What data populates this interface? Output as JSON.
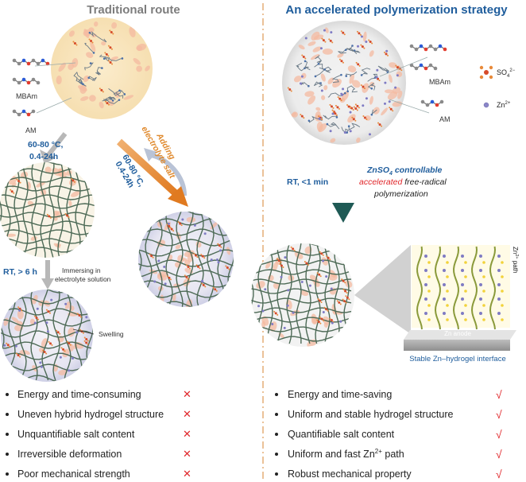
{
  "left": {
    "title": "Traditional  route",
    "molecule_labels": {
      "mbam": "MBAm",
      "am": "AM"
    },
    "step1": {
      "line1": "60-80 °C,",
      "line2": "0.4-24h"
    },
    "step2": {
      "label": "RT, > 6 h",
      "line1": "Immersing in",
      "line2": "electrolyte solution"
    },
    "swelling": "Swelling",
    "diagonal": {
      "line1": "Adding",
      "line2": "electrolyte salt",
      "line3": "60-80 °C,",
      "line4": "0.4-24h"
    },
    "items": [
      {
        "text": "Energy and time-consuming",
        "mark": "✕"
      },
      {
        "text": "Uneven hybrid hydrogel structure",
        "mark": "✕"
      },
      {
        "text": "Unquantifiable salt content",
        "mark": "✕"
      },
      {
        "text": "Irreversible deformation",
        "mark": "✕"
      },
      {
        "text": "Poor mechanical strength",
        "mark": "✕"
      }
    ]
  },
  "right": {
    "title": "An accelerated polymerization strategy",
    "molecule_labels": {
      "mbam": "MBAm",
      "am": "AM"
    },
    "legend": {
      "sulfate": "SO",
      "sulfate_sub": "4",
      "sulfate_sup": "2−",
      "zinc": "Zn",
      "zinc_sup": "2+"
    },
    "step": {
      "label": "RT, <1 min",
      "line1": "ZnSO",
      "line1_sub": "4",
      "line1_rest": " controllable",
      "line2a": "accelerated",
      "line2b": " free-radical",
      "line3": "polymerization"
    },
    "interface": {
      "anode": "Zn anode",
      "path": "Zn",
      "path_sup": "2+",
      "path_rest": " path",
      "caption": "Stable Zn–hydrogel interface"
    },
    "items": [
      {
        "text": "Energy and time-saving",
        "mark": "√"
      },
      {
        "text": "Uniform and stable hydrogel structure",
        "mark": "√"
      },
      {
        "text": "Quantifiable salt content",
        "mark": "√"
      },
      {
        "text": "Uniform and fast Zn",
        "sup": "2+",
        "rest": " path",
        "mark": "√"
      },
      {
        "text": "Robust mechanical property",
        "mark": "√"
      }
    ]
  },
  "colors": {
    "blue": "#1f5d9c",
    "orange": "#e08a2e",
    "red": "#e0262a",
    "teal": "#2e6f6a",
    "divider": "#e0a060"
  }
}
